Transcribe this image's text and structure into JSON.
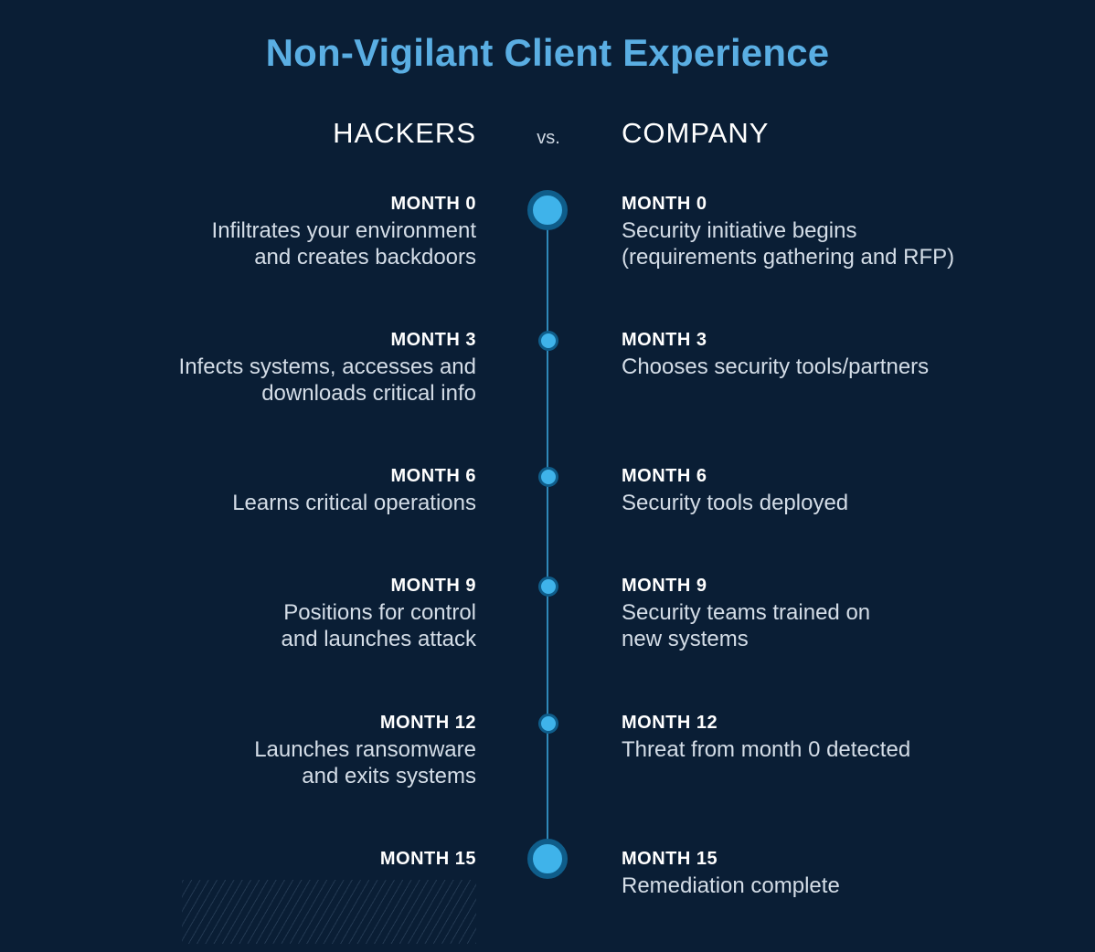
{
  "title": "Non-Vigilant Client Experience",
  "columns": {
    "left": "HACKERS",
    "vs": "vs.",
    "right": "COMPANY"
  },
  "colors": {
    "title": "#5aaee3",
    "background": "#0a1e35",
    "node": "#3fb3ea",
    "node_ring": "#0f5d8a",
    "line": "#2f88b8"
  },
  "hackers": [
    {
      "month": "MONTH 0",
      "text": "Infiltrates your environment\nand creates backdoors"
    },
    {
      "month": "MONTH 3",
      "text": "Infects systems, accesses and\ndownloads critical info"
    },
    {
      "month": "MONTH 6",
      "text": "Learns critical operations"
    },
    {
      "month": "MONTH 9",
      "text": "Positions for control\nand launches attack"
    },
    {
      "month": "MONTH 12",
      "text": "Launches ransomware\nand exits systems"
    },
    {
      "month": "MONTH 15",
      "text": ""
    }
  ],
  "company": [
    {
      "month": "MONTH 0",
      "text": "Security initiative begins\n(requirements gathering and RFP)"
    },
    {
      "month": "MONTH 3",
      "text": "Chooses security tools/partners"
    },
    {
      "month": "MONTH 6",
      "text": "Security tools deployed"
    },
    {
      "month": "MONTH 9",
      "text": "Security teams trained on\nnew systems"
    },
    {
      "month": "MONTH 12",
      "text": "Threat from month 0 detected"
    },
    {
      "month": "MONTH 15",
      "text": "Remediation complete"
    }
  ]
}
